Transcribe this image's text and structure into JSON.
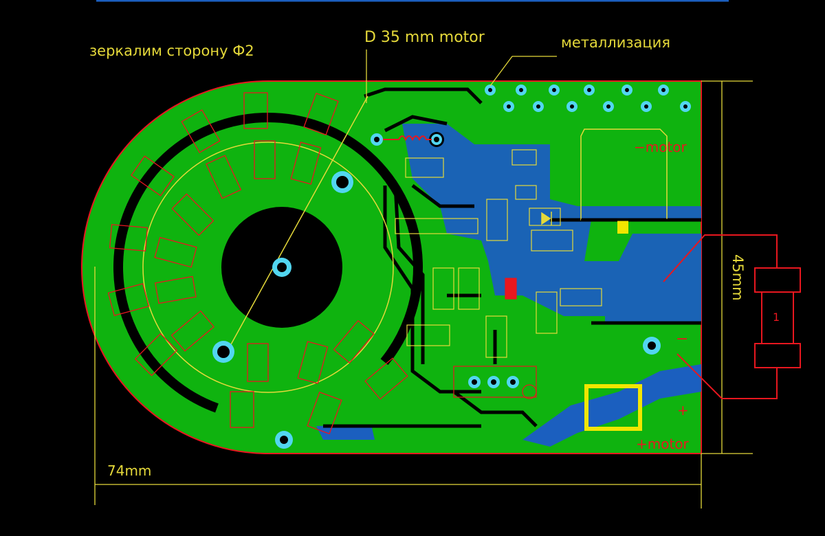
{
  "annotations": {
    "mirror_side": "зеркалим сторону Ф2",
    "motor_diameter": "D 35 mm motor",
    "plating": "металлизация",
    "width_dim": "74mm",
    "height_dim": "45mm"
  },
  "labels": {
    "minus_motor": "−motor",
    "plus_motor": "+motor",
    "minus_sign": "−",
    "plus_sign": "+",
    "component_ref": "1"
  },
  "colors": {
    "background": "#000000",
    "copper_top": "#0fb30f",
    "copper_bottom": "#1b5fbf",
    "via": "#52d6f0",
    "silkscreen": "#e5d93a",
    "outline": "#e8171f",
    "pad_yellow": "#f2e600"
  }
}
